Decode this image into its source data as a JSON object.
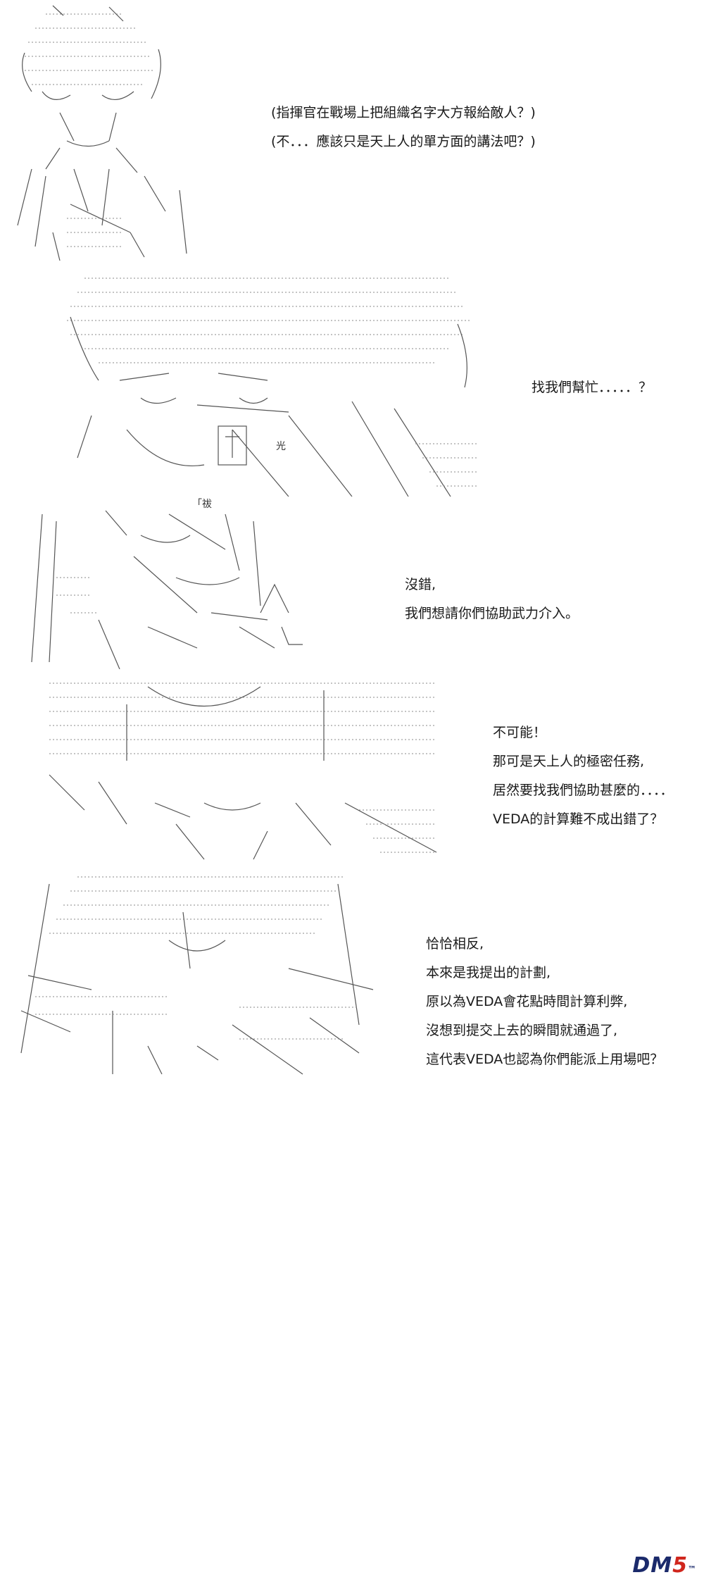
{
  "panels": [
    {
      "id": "p1",
      "lines": [
        "(指揮官在戰場上把組織名字大方報給敵人？)",
        "(不．．．應該只是天上人的單方面的講法吧？)"
      ]
    },
    {
      "id": "p2",
      "lines": [
        "找我們幫忙．．．．．？"
      ],
      "art_text": {
        "sign": "「祓",
        "emblem": "光"
      }
    },
    {
      "id": "p3",
      "lines": [
        "沒錯,",
        "我們想請你們協助武力介入。"
      ]
    },
    {
      "id": "p4",
      "lines": [
        "不可能！",
        "那可是天上人的極密任務,",
        "居然要找我們協助甚麼的．．．．",
        "VEDA的計算難不成出錯了？"
      ]
    },
    {
      "id": "p5",
      "lines": [
        "恰恰相反,",
        "本來是我提出的計劃,",
        "原以為VEDA會花點時間計算利弊,",
        "沒想到提交上去的瞬間就通過了,",
        "這代表VEDA也認為你們能派上用場吧？"
      ]
    }
  ],
  "watermark": {
    "text_main": "DM",
    "text_accent": "5",
    "suffix": "™"
  }
}
